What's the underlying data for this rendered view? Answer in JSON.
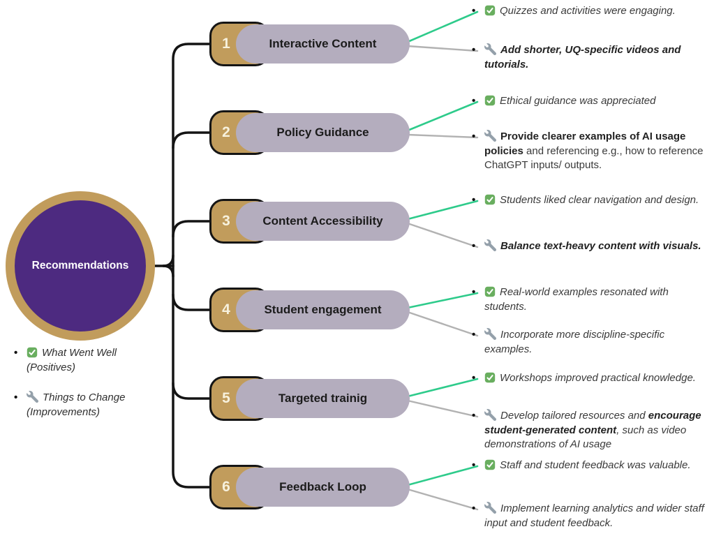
{
  "ui": {
    "bullet": "•"
  },
  "colors": {
    "gold": "#c19c5c",
    "purple": "#4d2a80",
    "pill": "#b4adbe",
    "connector": "#141414",
    "line_positive": "#2ecb8b",
    "line_negative": "#b2b2b2",
    "check_green": "#69ae5f",
    "wrench_gray": "#94a0aa",
    "number_cream": "#f7f1dd"
  },
  "center": {
    "label": "Recommendations"
  },
  "legend": {
    "items": [
      {
        "icon": "check-icon",
        "segments": [
          {
            "t": "What Went Well (Positives)"
          }
        ]
      },
      {
        "icon": "wrench-icon",
        "segments": [
          {
            "t": "Things to Change (Improvements)"
          }
        ]
      }
    ]
  },
  "nodes": [
    {
      "number": "1",
      "title": "Interactive Content",
      "positive": {
        "icon": "check-icon",
        "segments": [
          {
            "t": "Quizzes and activities were engaging."
          }
        ]
      },
      "improvement": {
        "icon": "wrench-icon",
        "segments": [
          {
            "t": "Add shorter, UQ-specific videos and tutorials.",
            "b": true
          }
        ]
      }
    },
    {
      "number": "2",
      "title": "Policy Guidance",
      "positive": {
        "icon": "check-icon",
        "segments": [
          {
            "t": "Ethical guidance was appreciated"
          }
        ]
      },
      "improvement": {
        "icon": "wrench-icon",
        "segments": [
          {
            "t": "Provide clearer examples of AI usage policies",
            "b": true,
            "i": false
          },
          {
            "t": " and referencing e.g., how to reference ChatGPT inputs/ outputs.",
            "i": false
          }
        ]
      }
    },
    {
      "number": "3",
      "title": "Content Accessibility",
      "positive": {
        "icon": "check-icon",
        "segments": [
          {
            "t": "Students liked clear navigation and design."
          }
        ]
      },
      "improvement": {
        "icon": "wrench-icon",
        "segments": [
          {
            "t": "Balance text-heavy content with visuals.",
            "b": true
          }
        ]
      }
    },
    {
      "number": "4",
      "title": "Student engagement",
      "positive": {
        "icon": "check-icon",
        "segments": [
          {
            "t": "Real-world examples resonated with students."
          }
        ]
      },
      "improvement": {
        "icon": "wrench-icon",
        "segments": [
          {
            "t": "Incorporate more discipline-specific examples."
          }
        ]
      }
    },
    {
      "number": "5",
      "title": "Targeted trainig",
      "positive": {
        "icon": "check-icon",
        "segments": [
          {
            "t": "Workshops improved practical knowledge."
          }
        ]
      },
      "improvement": {
        "icon": "wrench-icon",
        "segments": [
          {
            "t": "Develop tailored resources and "
          },
          {
            "t": "encourage student-generated content",
            "b": true
          },
          {
            "t": ", such as video demonstrations of AI usage"
          }
        ]
      }
    },
    {
      "number": "6",
      "title": "Feedback Loop",
      "positive": {
        "icon": "check-icon",
        "segments": [
          {
            "t": "Staff and student feedback was valuable."
          }
        ]
      },
      "improvement": {
        "icon": "wrench-icon",
        "segments": [
          {
            "t": "Implement learning analytics and wider staff input and student feedback."
          }
        ]
      }
    }
  ]
}
